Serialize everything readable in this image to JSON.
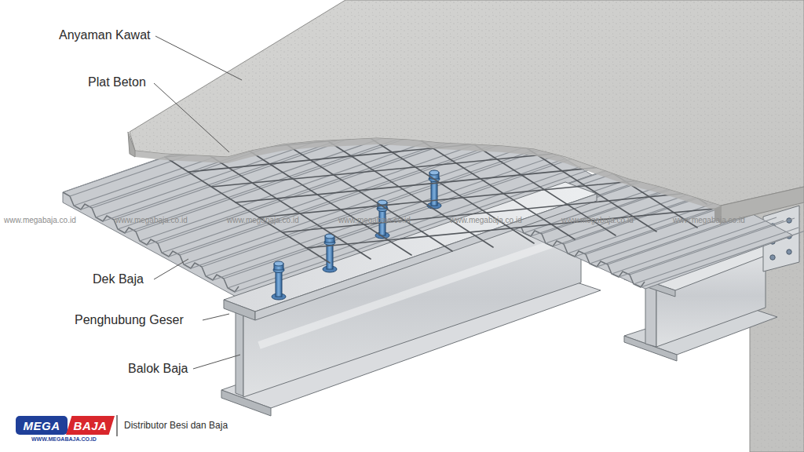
{
  "diagram": {
    "nodes": [
      {
        "text": [
          "MEGA"
        ]
      },
      {
        "text": [
          "BAJA"
        ]
      }
    ],
    "labels": [
      "Anyaman Kawat",
      "Plat Beton",
      "Dek Baja",
      "Penghubung Geser",
      "Balok Baja",
      "www.megabaja.co.id",
      "www.megabaja.co.id",
      "www.megabaja.co.id",
      "www.megabaja.co.id",
      "www.megabaja.co.id",
      "www.megabaja.co.id",
      "www.megabaja.co.id",
      "WWW.MEGABAJA.CO.ID",
      "Distributor Besi dan Baja"
    ]
  }
}
